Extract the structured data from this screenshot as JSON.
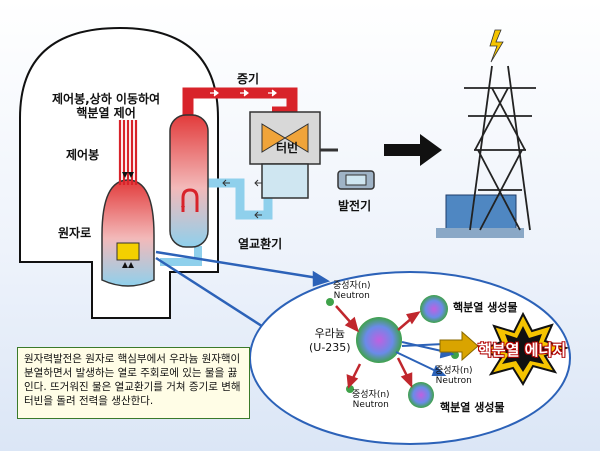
{
  "labels": {
    "steam": "증기",
    "control_rod_action": "제어봉,상하 이동하여\n핵분열 제어",
    "control_rod": "제어봉",
    "turbine": "터빈",
    "reactor": "원자로",
    "generator": "발전기",
    "heat_exchanger": "열교환기"
  },
  "fission": {
    "uranium": "우라늄\n(U-235)",
    "neutron_top": "중성자(n)\nNeutron",
    "neutron_mid": "중성자(n)\nNeutron",
    "neutron_bottom": "중성자(n)\nNeutron",
    "product_top": "핵분열 생성물",
    "product_bottom": "핵분열 생성물",
    "energy": "핵분열 에너지"
  },
  "description": "원자력발전은 원자로 핵심부에서 우라늄 원자핵이 분열하면서 발생하는 열로 주회로에 있는 물을 끓인다. 뜨거워진 물은 열교환기를 거쳐 증기로 변해 터빈을 돌려 전력을 생산한다.",
  "colors": {
    "hot_pipe": "#d8232a",
    "cool_pipe": "#8fd0ec",
    "arrow_blue": "#2c62b8",
    "energy_burst": "#f5c400"
  }
}
